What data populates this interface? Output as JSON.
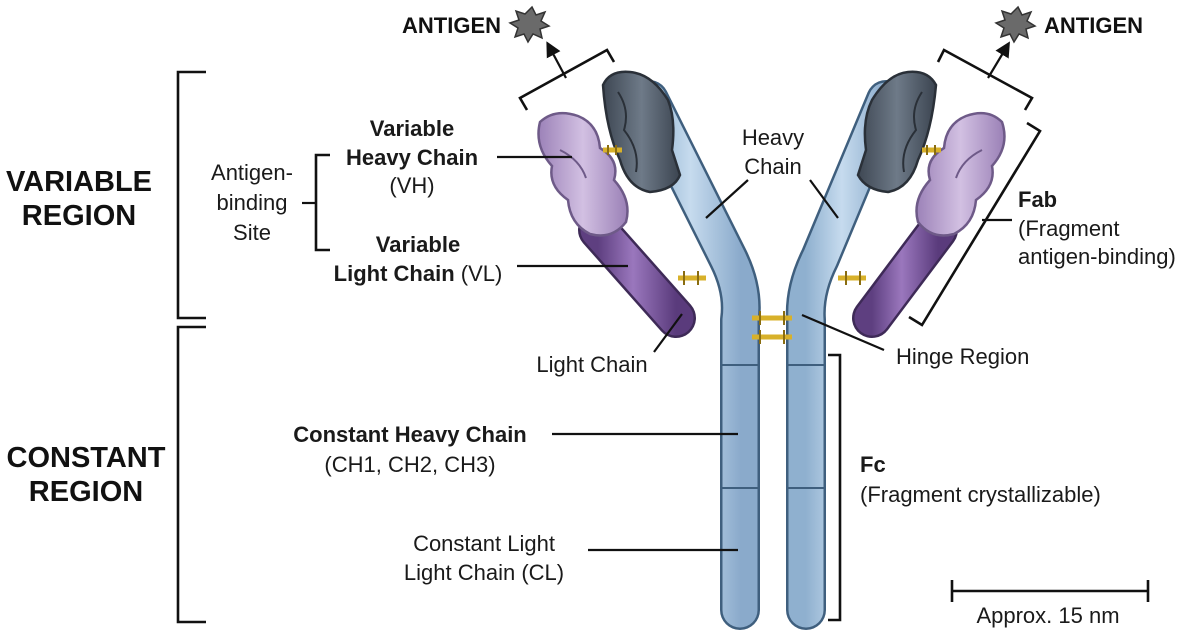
{
  "antigen_left": "ANTIGEN",
  "antigen_right": "ANTIGEN",
  "variable_region": [
    "VARIABLE",
    "REGION"
  ],
  "constant_region": [
    "CONSTANT",
    "REGION"
  ],
  "antigen_binding_site": [
    "Antigen-",
    "binding",
    "Site"
  ],
  "vh": {
    "line1": "Variable",
    "line2": "Heavy Chain",
    "line3": "(VH)"
  },
  "vl": {
    "line1": "Variable",
    "line2": "Light Chain",
    "line2_suffix": " (VL)"
  },
  "heavy_chain": [
    "Heavy",
    "Chain"
  ],
  "fab": {
    "title": "Fab",
    "line2": "(Fragment",
    "line3": "antigen-binding)"
  },
  "light_chain": "Light Chain",
  "hinge_region": "Hinge Region",
  "constant_heavy": {
    "title": "Constant Heavy Chain",
    "line2": "(CH1, CH2, CH3)"
  },
  "fc": {
    "title": "Fc",
    "line2": "(Fragment crystallizable)"
  },
  "constant_light": [
    "Constant Light",
    "Light Chain (CL)"
  ],
  "scale": "Approx. 15 nm",
  "colors": {
    "heavy_fill": "#a9c6df",
    "heavy_stroke": "#3f5f7e",
    "vh_fill": "#55606e",
    "vl_fill": "#b79fcf",
    "light_fill": "#7d5a9e",
    "disulfide": "#d8b12a",
    "antigen": "#6a6a6a"
  }
}
